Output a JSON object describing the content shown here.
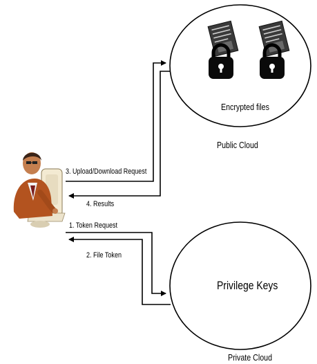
{
  "public_cloud": {
    "caption": "Public Cloud",
    "content_label": "Encrypted files",
    "icons": [
      "encrypted-file-icon",
      "encrypted-file-icon"
    ]
  },
  "private_cloud": {
    "caption": "Private Cloud",
    "content_label": "Privilege Keys"
  },
  "user": {
    "icon": "user-at-computer-icon"
  },
  "flows": [
    {
      "label": "3. Upload/Download Request",
      "direction": "to-public-cloud"
    },
    {
      "label": "4. Results",
      "direction": "to-user"
    },
    {
      "label": "1. Token Request",
      "direction": "to-private-cloud"
    },
    {
      "label": "2. File Token",
      "direction": "to-user"
    }
  ]
}
